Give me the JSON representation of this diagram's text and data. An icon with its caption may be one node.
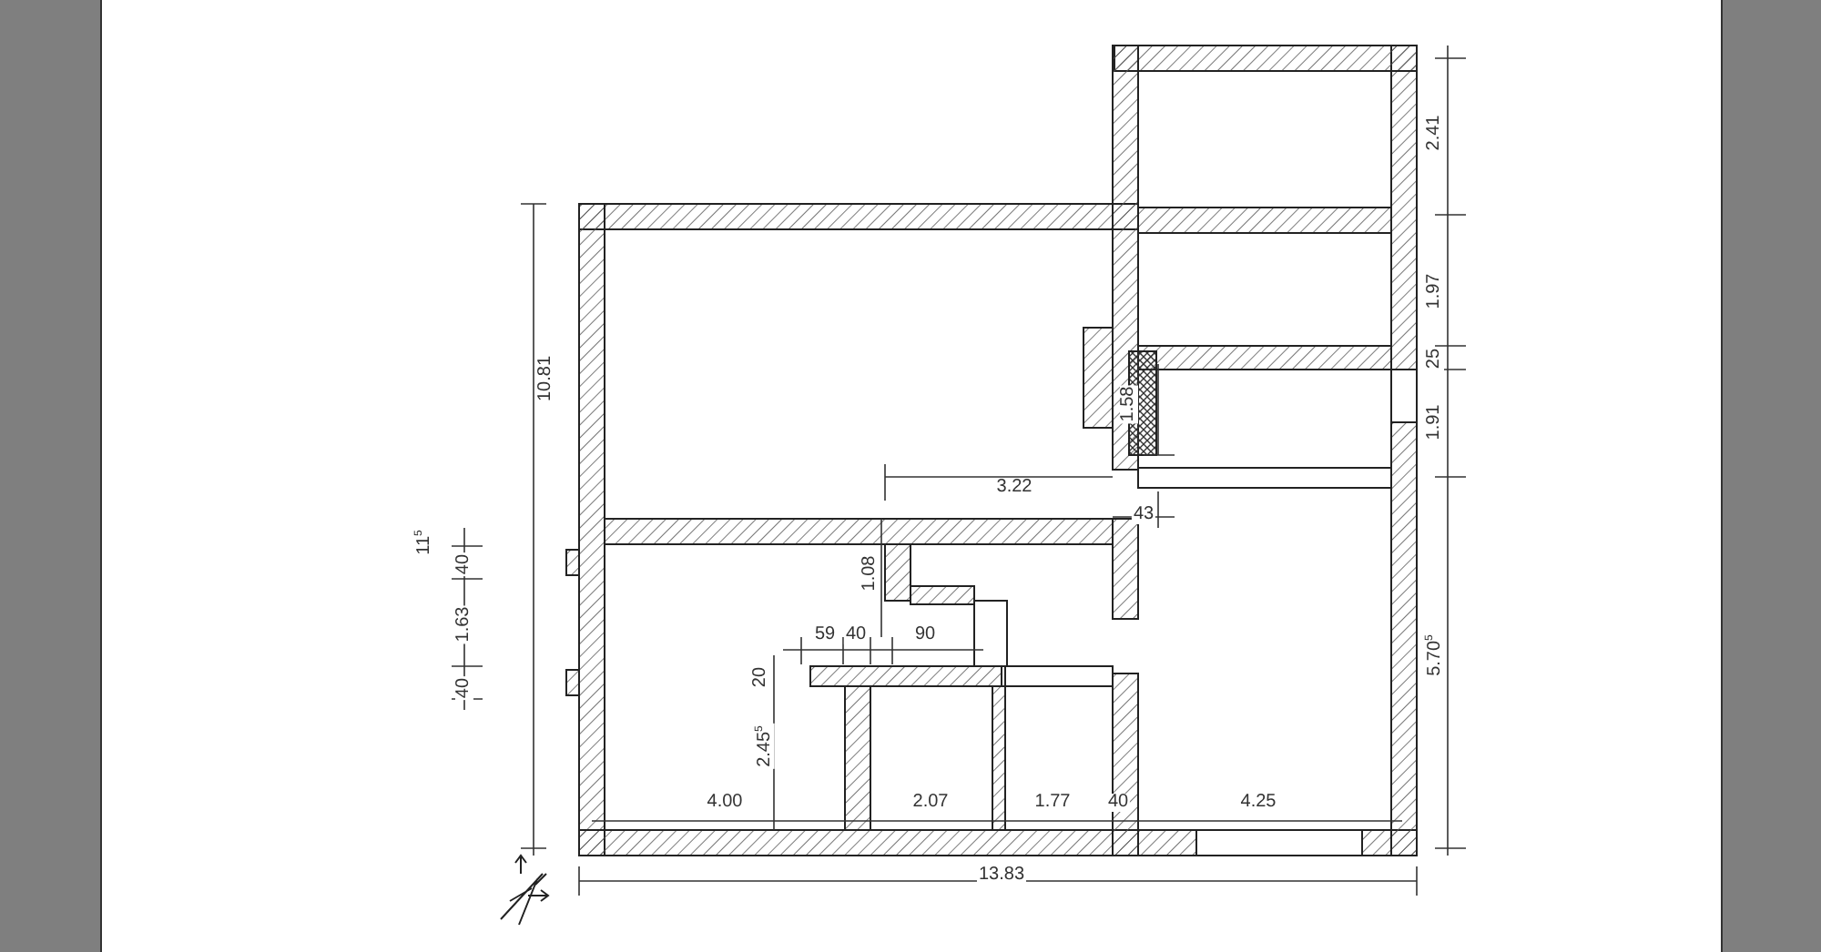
{
  "diagram": {
    "labels": [
      "2.41",
      "1.97",
      "25",
      "1.58",
      "1.91",
      "3.22",
      "43",
      "11$^{5}$",
      "10.81",
      "40",
      "1.08",
      "1.63",
      "59",
      "40",
      "90",
      "5.70$^{5}$",
      "20",
      "40",
      "2.45$^{5}$",
      "4.00",
      "2.07",
      "1.77",
      "40",
      "4.25",
      "13.83"
    ]
  }
}
